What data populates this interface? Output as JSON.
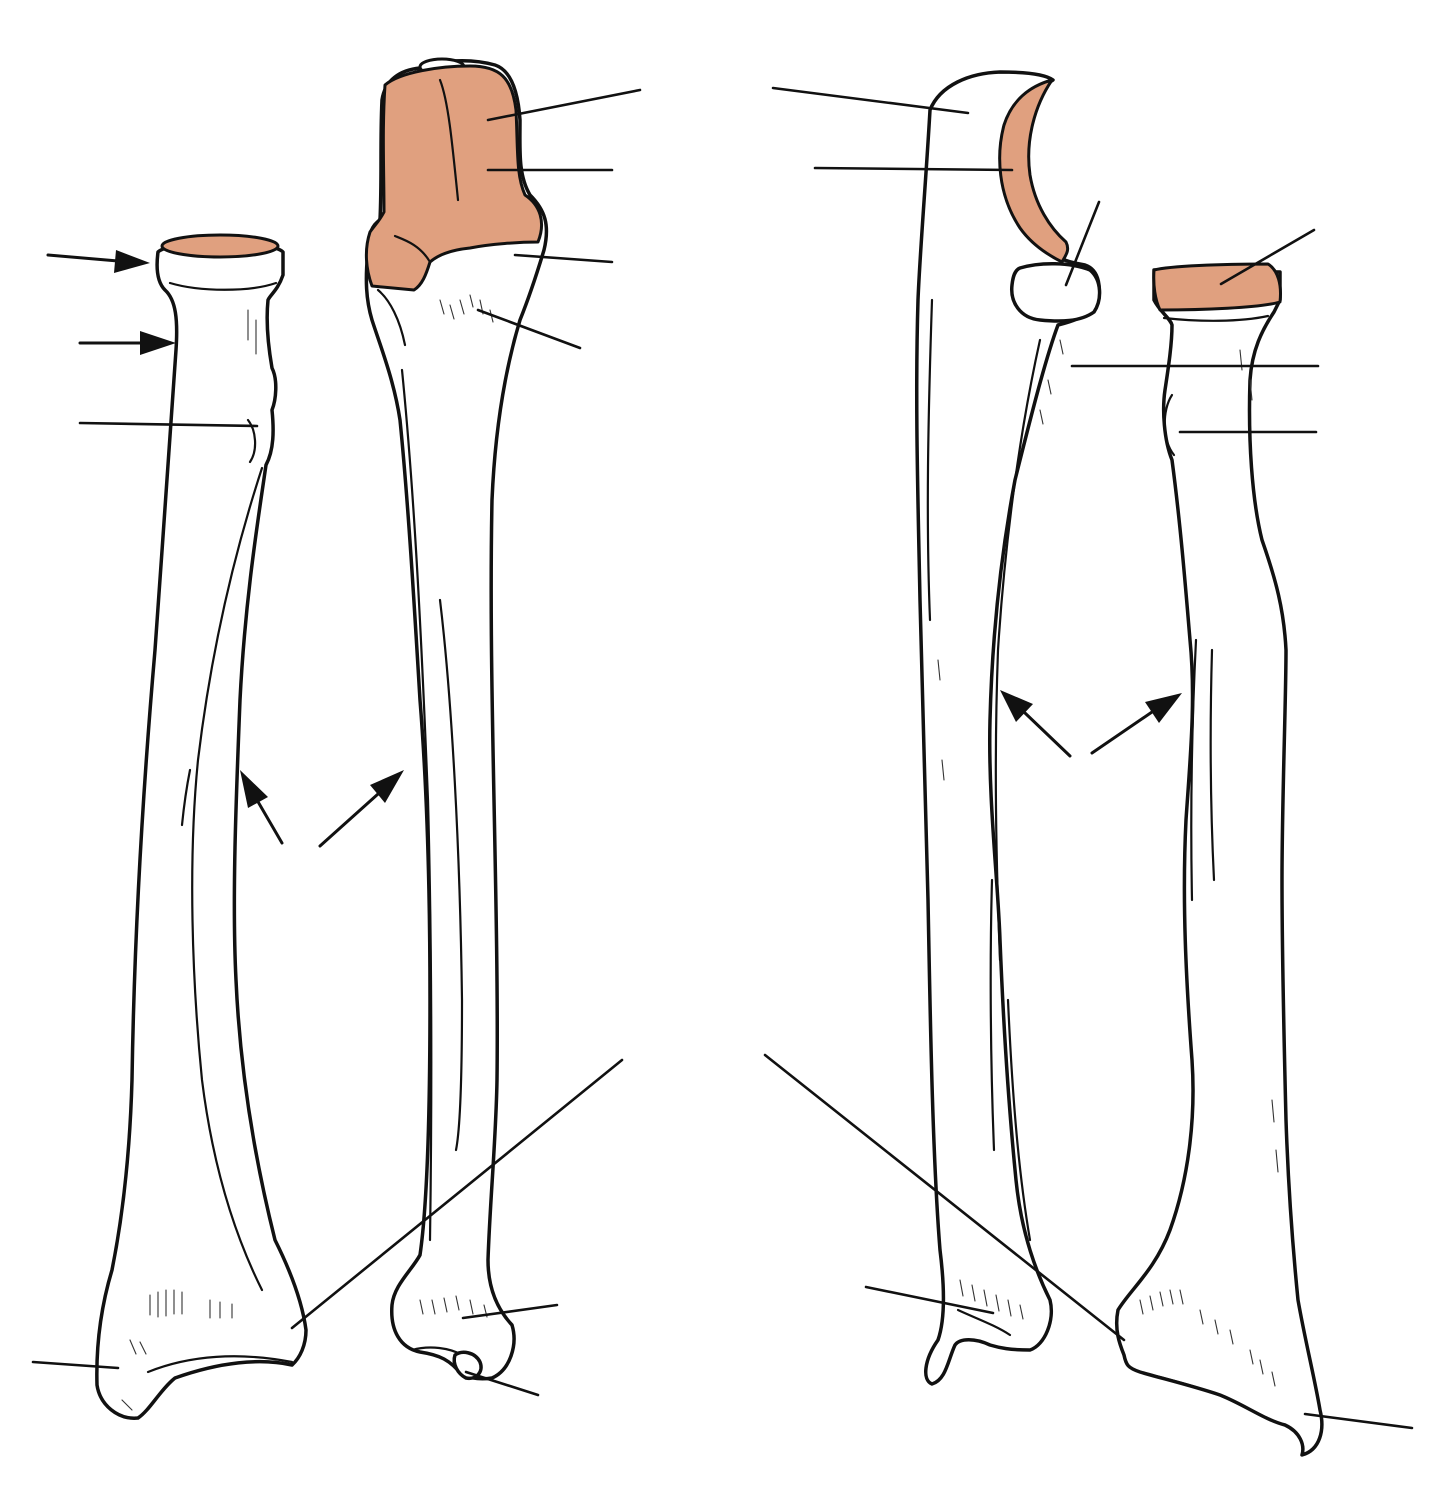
{
  "colors": {
    "background": "#ffffff",
    "outline": "#111111",
    "articular_cartilage": "#e0a07f"
  },
  "views": [
    {
      "id": "view-1",
      "bones": [
        "radius"
      ]
    },
    {
      "id": "view-2",
      "bones": [
        "ulna"
      ]
    },
    {
      "id": "view-3",
      "bones": [
        "ulna"
      ]
    },
    {
      "id": "view-4",
      "bones": [
        "radius"
      ]
    }
  ],
  "label_lines": {
    "count": 22,
    "text": []
  },
  "arrows": {
    "count": 7
  }
}
